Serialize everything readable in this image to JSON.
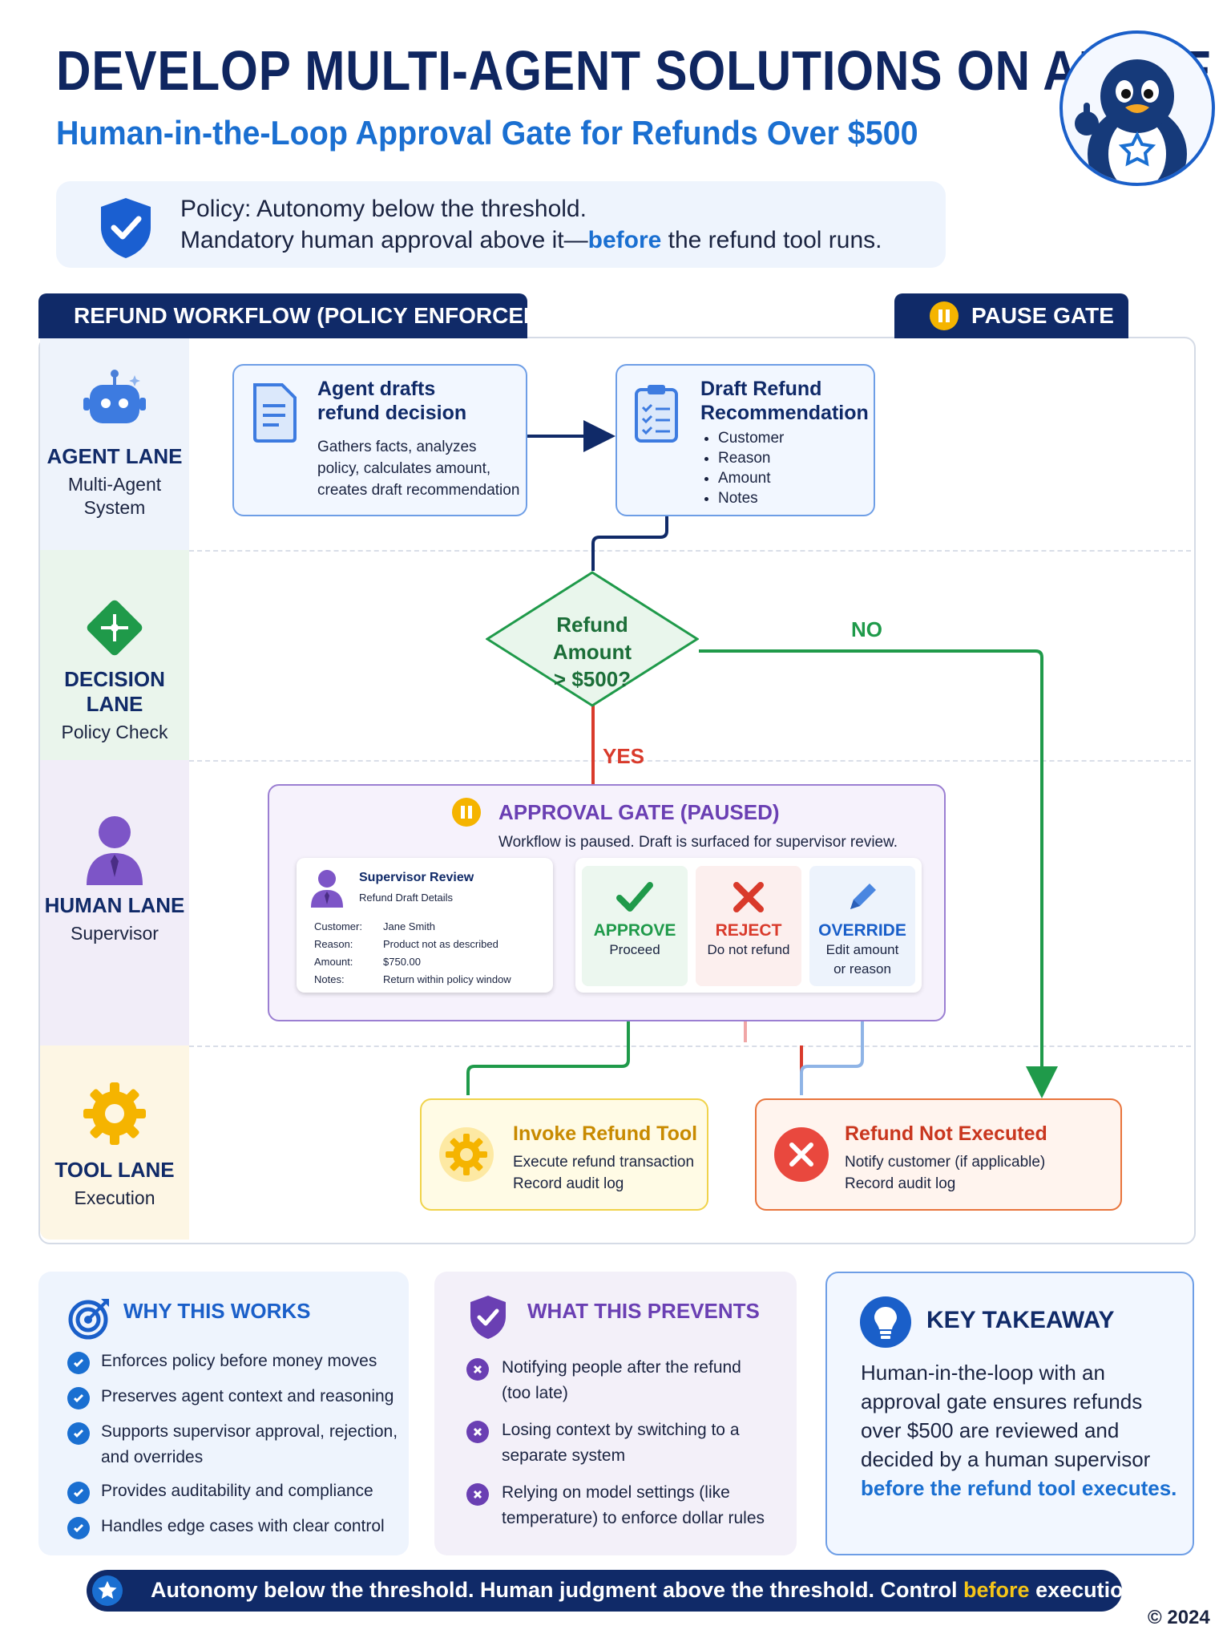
{
  "header": {
    "title": "DEVELOP MULTI-AGENT SOLUTIONS ON AZURE",
    "subtitle": "Human-in-the-Loop Approval Gate for Refunds Over $500"
  },
  "policy": {
    "line1": "Policy: Autonomy below the threshold.",
    "line2_before": "Mandatory human approval above it—",
    "line2_highlight": "before",
    "line2_after": " the refund tool runs."
  },
  "workflow": {
    "tab_label": "REFUND WORKFLOW (POLICY ENFORCED)",
    "pause_tab_label": "PAUSE GATE"
  },
  "lanes": {
    "agent": {
      "title": "AGENT LANE",
      "sub1": "Multi-Agent",
      "sub2": "System"
    },
    "decision": {
      "title": "DECISION LANE",
      "sub1": "Policy Check"
    },
    "human": {
      "title": "HUMAN LANE",
      "sub1": "Supervisor"
    },
    "tool": {
      "title": "TOOL LANE",
      "sub1": "Execution"
    }
  },
  "draft_box": {
    "title1": "Agent drafts",
    "title2": "refund decision",
    "body1": "Gathers facts, analyzes",
    "body2": "policy, calculates amount,",
    "body3": "creates draft recommendation"
  },
  "recommendation_box": {
    "title1": "Draft Refund",
    "title2": "Recommendation",
    "items": [
      "Customer",
      "Reason",
      "Amount",
      "Notes"
    ]
  },
  "decision": {
    "line1": "Refund",
    "line2": "Amount",
    "line3": "> $500?",
    "no_label": "NO",
    "yes_label": "YES"
  },
  "gate": {
    "title": "APPROVAL GATE (PAUSED)",
    "subtitle": "Workflow is paused. Draft is surfaced for supervisor review.",
    "card": {
      "title": "Supervisor Review",
      "subtitle": "Refund Draft Details",
      "rows": [
        {
          "key": "Customer:",
          "value": "Jane Smith"
        },
        {
          "key": "Reason:",
          "value": "Product not as described"
        },
        {
          "key": "Amount:",
          "value": "$750.00"
        },
        {
          "key": "Notes:",
          "value": "Return within policy window"
        }
      ]
    },
    "approve": {
      "title": "APPROVE",
      "sub": "Proceed"
    },
    "reject": {
      "title": "REJECT",
      "sub": "Do not refund"
    },
    "override": {
      "title": "OVERRIDE",
      "sub1": "Edit amount",
      "sub2": "or reason"
    }
  },
  "invoke": {
    "title": "Invoke Refund Tool",
    "line1": "Execute refund transaction",
    "line2": "Record audit log"
  },
  "not_executed": {
    "title": "Refund Not Executed",
    "line1": "Notify customer (if applicable)",
    "line2": "Record audit log"
  },
  "why": {
    "title": "WHY THIS WORKS",
    "items": [
      "Enforces policy before money moves",
      "Preserves agent context and reasoning",
      "Supports supervisor approval, rejection,",
      "and overrides",
      "Provides auditability and compliance",
      "Handles edge cases with clear control"
    ]
  },
  "prevents": {
    "title": "WHAT THIS PREVENTS",
    "items": [
      "Notifying people after the refund",
      "(too late)",
      "Losing context by switching to a",
      "separate system",
      "Relying on model settings (like",
      "temperature) to enforce dollar rules"
    ]
  },
  "takeaway": {
    "title": "KEY TAKEAWAY",
    "line1": "Human-in-the-loop with an",
    "line2": "approval gate ensures refunds",
    "line3": "over $500 are reviewed and",
    "line4": "decided by a human supervisor",
    "line5": "before the refund tool executes."
  },
  "footer": {
    "before": "Autonomy below the threshold. Human judgment above the threshold. Control ",
    "highlight": "before",
    "after": " execution."
  },
  "copyright": "© 2024",
  "colors": {
    "navy": "#102a68",
    "blue": "#1a6fd1",
    "green": "#1f9a4a",
    "red": "#d93a2b",
    "purple": "#6a3fb3",
    "amber": "#f5b400",
    "orange": "#e8743c"
  }
}
